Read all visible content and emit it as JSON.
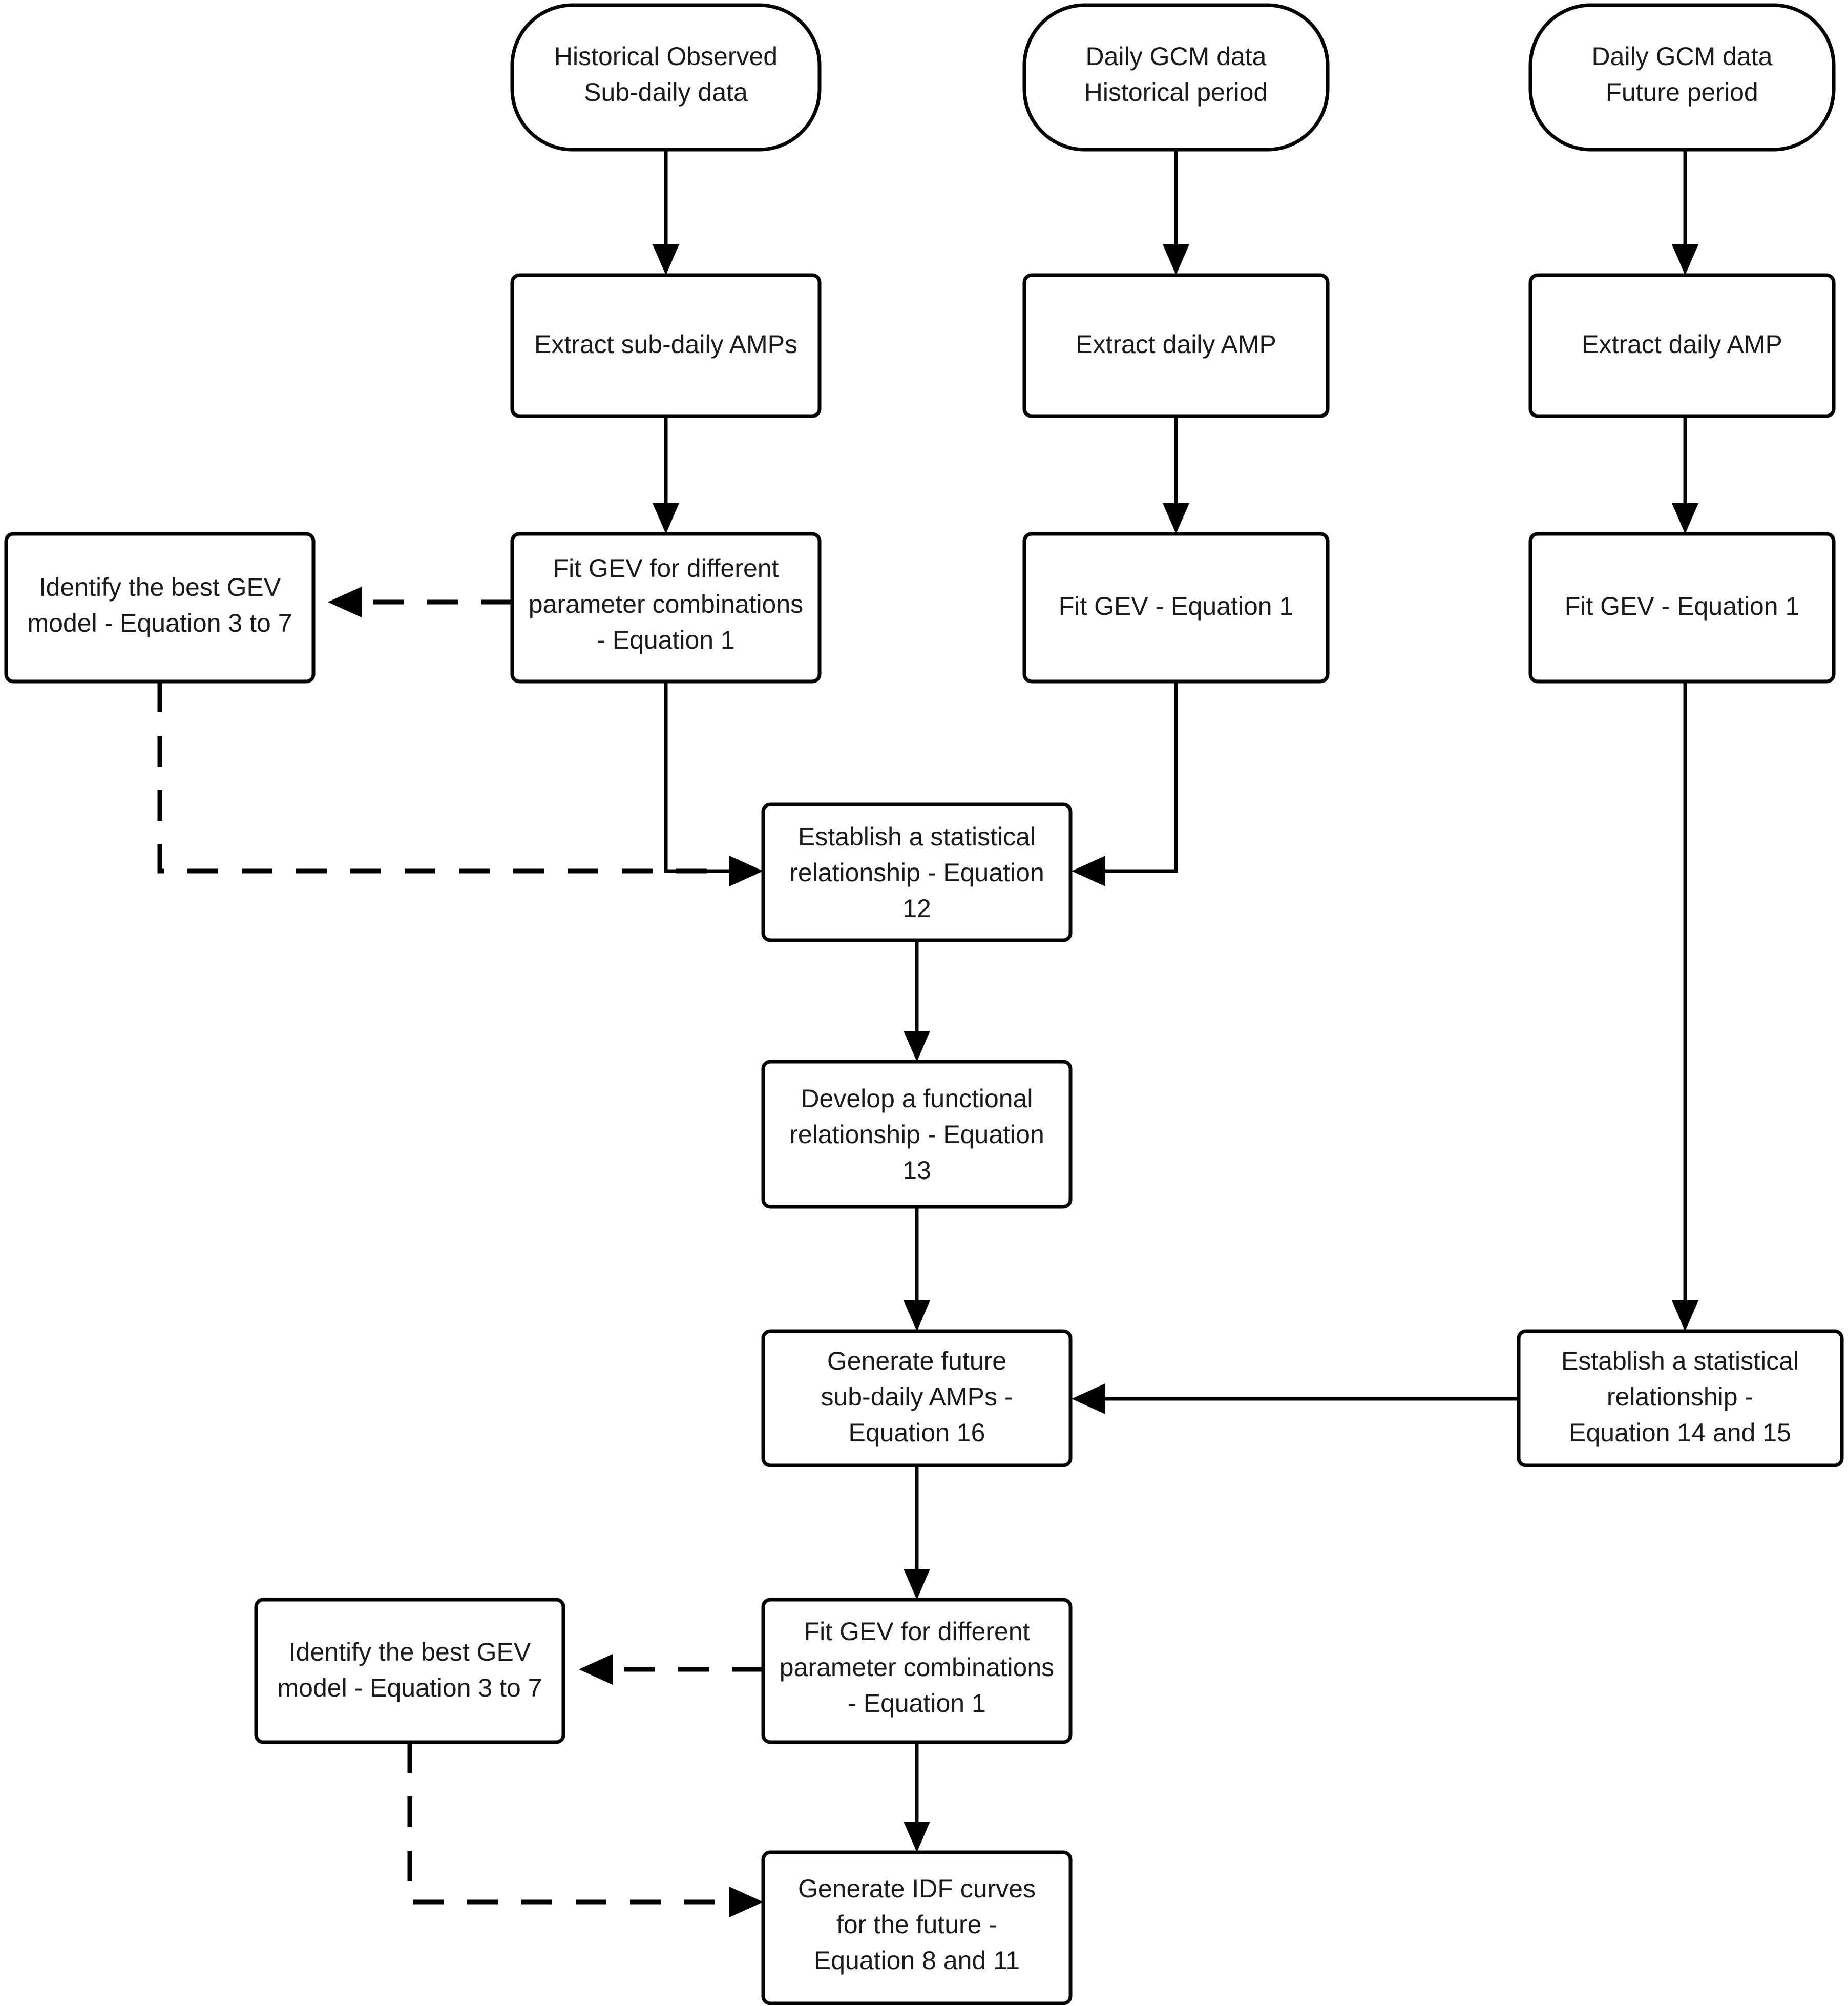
{
  "diagram": {
    "title": "IDF curve development framework flowchart",
    "background_color": "#ffffff",
    "stroke_color": "#000000",
    "text_color": "#1a1a1a"
  },
  "nodes": {
    "historical_observed_sub_daily": {
      "shape": "rounded-terminal",
      "lines": [
        "Historical Observed",
        "Sub-daily data"
      ]
    },
    "daily_gcm_historical": {
      "shape": "rounded-terminal",
      "lines": [
        "Daily GCM data",
        "Historical period"
      ]
    },
    "daily_gcm_future": {
      "shape": "rounded-terminal",
      "lines": [
        "Daily GCM data",
        "Future period"
      ]
    },
    "extract_sub_daily_amps": {
      "shape": "process",
      "lines": [
        "Extract sub-daily AMPs"
      ]
    },
    "extract_daily_amp_hist": {
      "shape": "process",
      "lines": [
        "Extract daily AMP"
      ]
    },
    "extract_daily_amp_future": {
      "shape": "process",
      "lines": [
        "Extract daily AMP"
      ]
    },
    "fit_gev_combinations_top": {
      "shape": "process",
      "lines": [
        "Fit GEV for different",
        "parameter combinations",
        "- Equation 1"
      ]
    },
    "fit_gev_equation1_hist": {
      "shape": "process",
      "lines": [
        "Fit GEV - Equation 1"
      ]
    },
    "fit_gev_equation1_future": {
      "shape": "process",
      "lines": [
        "Fit GEV - Equation 1"
      ]
    },
    "identify_best_gev_top": {
      "shape": "process",
      "lines": [
        "Identify the best GEV",
        "model - Equation 3 to 7"
      ]
    },
    "establish_statistical_eq12": {
      "shape": "process",
      "lines": [
        "Establish a statistical",
        "relationship - Equation",
        "12"
      ]
    },
    "develop_functional_eq13": {
      "shape": "process",
      "lines": [
        "Develop a functional",
        "relationship - Equation",
        "13"
      ]
    },
    "generate_future_sub_daily_amps": {
      "shape": "process",
      "lines": [
        "Generate future",
        "sub-daily AMPs -",
        "Equation 16"
      ]
    },
    "establish_statistical_eq14_15": {
      "shape": "process",
      "lines": [
        "Establish a statistical",
        "relationship -",
        "Equation 14 and 15"
      ]
    },
    "fit_gev_combinations_bottom": {
      "shape": "process",
      "lines": [
        "Fit GEV for different",
        "parameter combinations",
        "- Equation 1"
      ]
    },
    "identify_best_gev_bottom": {
      "shape": "process",
      "lines": [
        "Identify the best GEV",
        "model - Equation 3 to 7"
      ]
    },
    "generate_idf_curves": {
      "shape": "process",
      "lines": [
        "Generate IDF curves",
        "for the future -",
        "Equation 8 and 11"
      ]
    }
  },
  "edges": [
    {
      "from": "historical_observed_sub_daily",
      "to": "extract_sub_daily_amps",
      "style": "solid"
    },
    {
      "from": "daily_gcm_historical",
      "to": "extract_daily_amp_hist",
      "style": "solid"
    },
    {
      "from": "daily_gcm_future",
      "to": "extract_daily_amp_future",
      "style": "solid"
    },
    {
      "from": "extract_sub_daily_amps",
      "to": "fit_gev_combinations_top",
      "style": "solid"
    },
    {
      "from": "extract_daily_amp_hist",
      "to": "fit_gev_equation1_hist",
      "style": "solid"
    },
    {
      "from": "extract_daily_amp_future",
      "to": "fit_gev_equation1_future",
      "style": "solid"
    },
    {
      "from": "fit_gev_combinations_top",
      "to": "identify_best_gev_top",
      "style": "dashed"
    },
    {
      "from": "fit_gev_combinations_top",
      "to": "establish_statistical_eq12",
      "style": "solid"
    },
    {
      "from": "identify_best_gev_top",
      "to": "establish_statistical_eq12",
      "style": "dashed"
    },
    {
      "from": "fit_gev_equation1_hist",
      "to": "establish_statistical_eq12",
      "style": "solid"
    },
    {
      "from": "establish_statistical_eq12",
      "to": "develop_functional_eq13",
      "style": "solid"
    },
    {
      "from": "develop_functional_eq13",
      "to": "generate_future_sub_daily_amps",
      "style": "solid"
    },
    {
      "from": "fit_gev_equation1_future",
      "to": "establish_statistical_eq14_15",
      "style": "solid"
    },
    {
      "from": "establish_statistical_eq14_15",
      "to": "generate_future_sub_daily_amps",
      "style": "solid"
    },
    {
      "from": "generate_future_sub_daily_amps",
      "to": "fit_gev_combinations_bottom",
      "style": "solid"
    },
    {
      "from": "fit_gev_combinations_bottom",
      "to": "identify_best_gev_bottom",
      "style": "dashed"
    },
    {
      "from": "fit_gev_combinations_bottom",
      "to": "generate_idf_curves",
      "style": "solid"
    },
    {
      "from": "identify_best_gev_bottom",
      "to": "generate_idf_curves",
      "style": "dashed"
    }
  ]
}
